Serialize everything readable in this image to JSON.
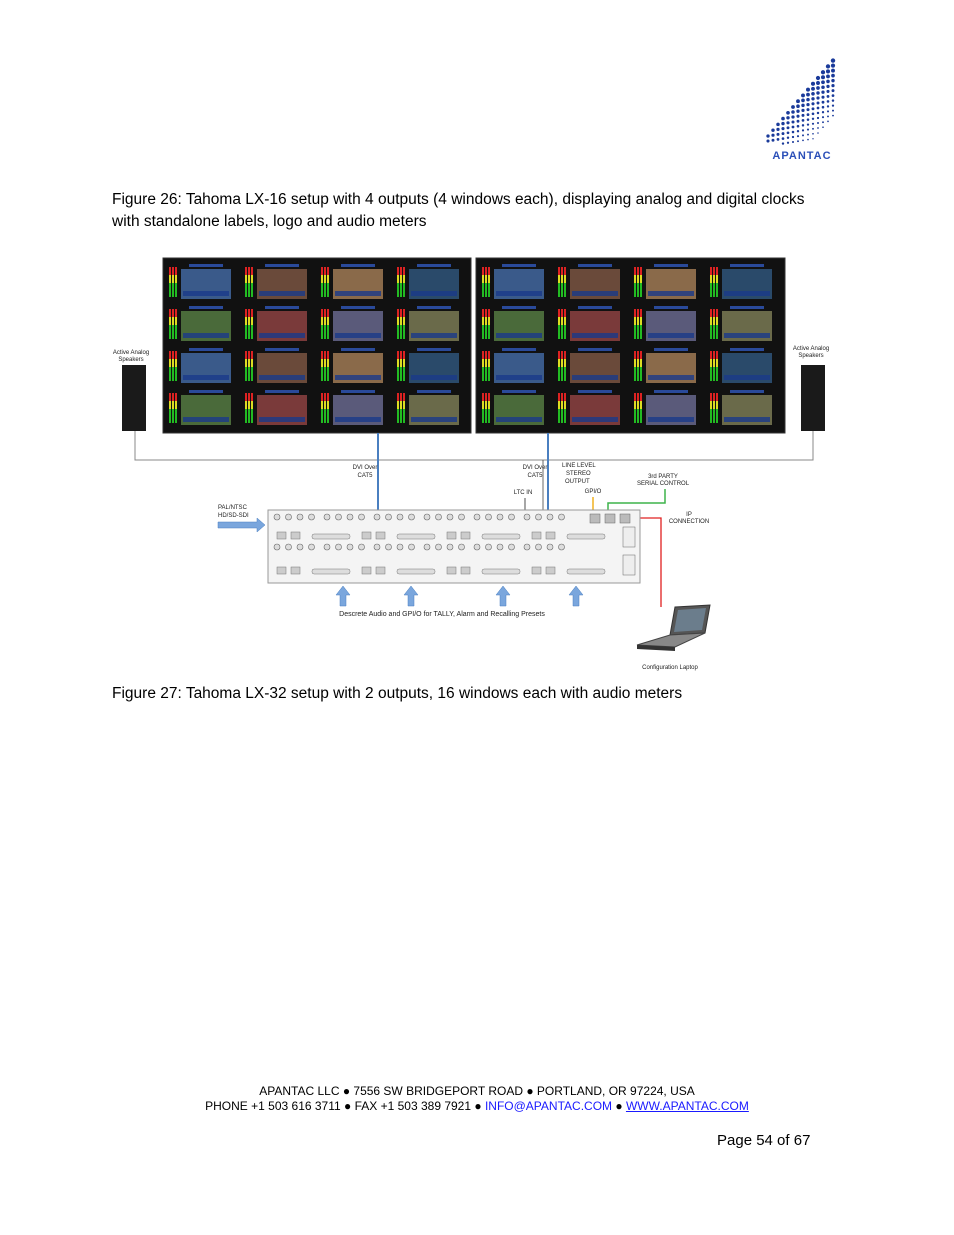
{
  "logo": {
    "text": "APANTAC"
  },
  "figure26": {
    "caption": "Figure 26:  Tahoma LX-16 setup with 4 outputs (4 windows each), displaying analog and digital clocks with standalone labels, logo and audio meters"
  },
  "figure27": {
    "caption": "Figure 27:  Tahoma LX-32 setup with 2 outputs, 16 windows each with audio meters",
    "labels": {
      "speaker_left": [
        "Active Analog",
        "Speakers"
      ],
      "speaker_right": [
        "Active Analog",
        "Speakers"
      ],
      "dvi_left": [
        "DVI Over",
        "CAT5"
      ],
      "dvi_right": [
        "DVI Over",
        "CAT5"
      ],
      "line_level": [
        "LINE LEVEL",
        "STEREO",
        "OUTPUT"
      ],
      "ltc_in": "LTC IN",
      "gpio": "GPI/O",
      "third_party": [
        "3rd PARTY",
        "SERIAL CONTROL"
      ],
      "ip": [
        "IP",
        "CONNECTION"
      ],
      "input": [
        "PAL/NTSC",
        "HD/SD-SDI"
      ],
      "bottom": "Descrete Audio and GPI/O for TALLY, Alarm and Recalling Presets",
      "laptop": "Configuration Laptop"
    }
  },
  "footer": {
    "line1": "APANTAC LLC ● 7556 SW BRIDGEPORT ROAD ● PORTLAND, OR 97224, USA",
    "line2_prefix": "PHONE +1 503 616 3711 ● FAX +1 503 389 7921 ● ",
    "email": "INFO@APANTAC.COM",
    "sep": " ● ",
    "website": "WWW.APANTAC.COM"
  },
  "page": {
    "label": "Page 54 of 67"
  }
}
